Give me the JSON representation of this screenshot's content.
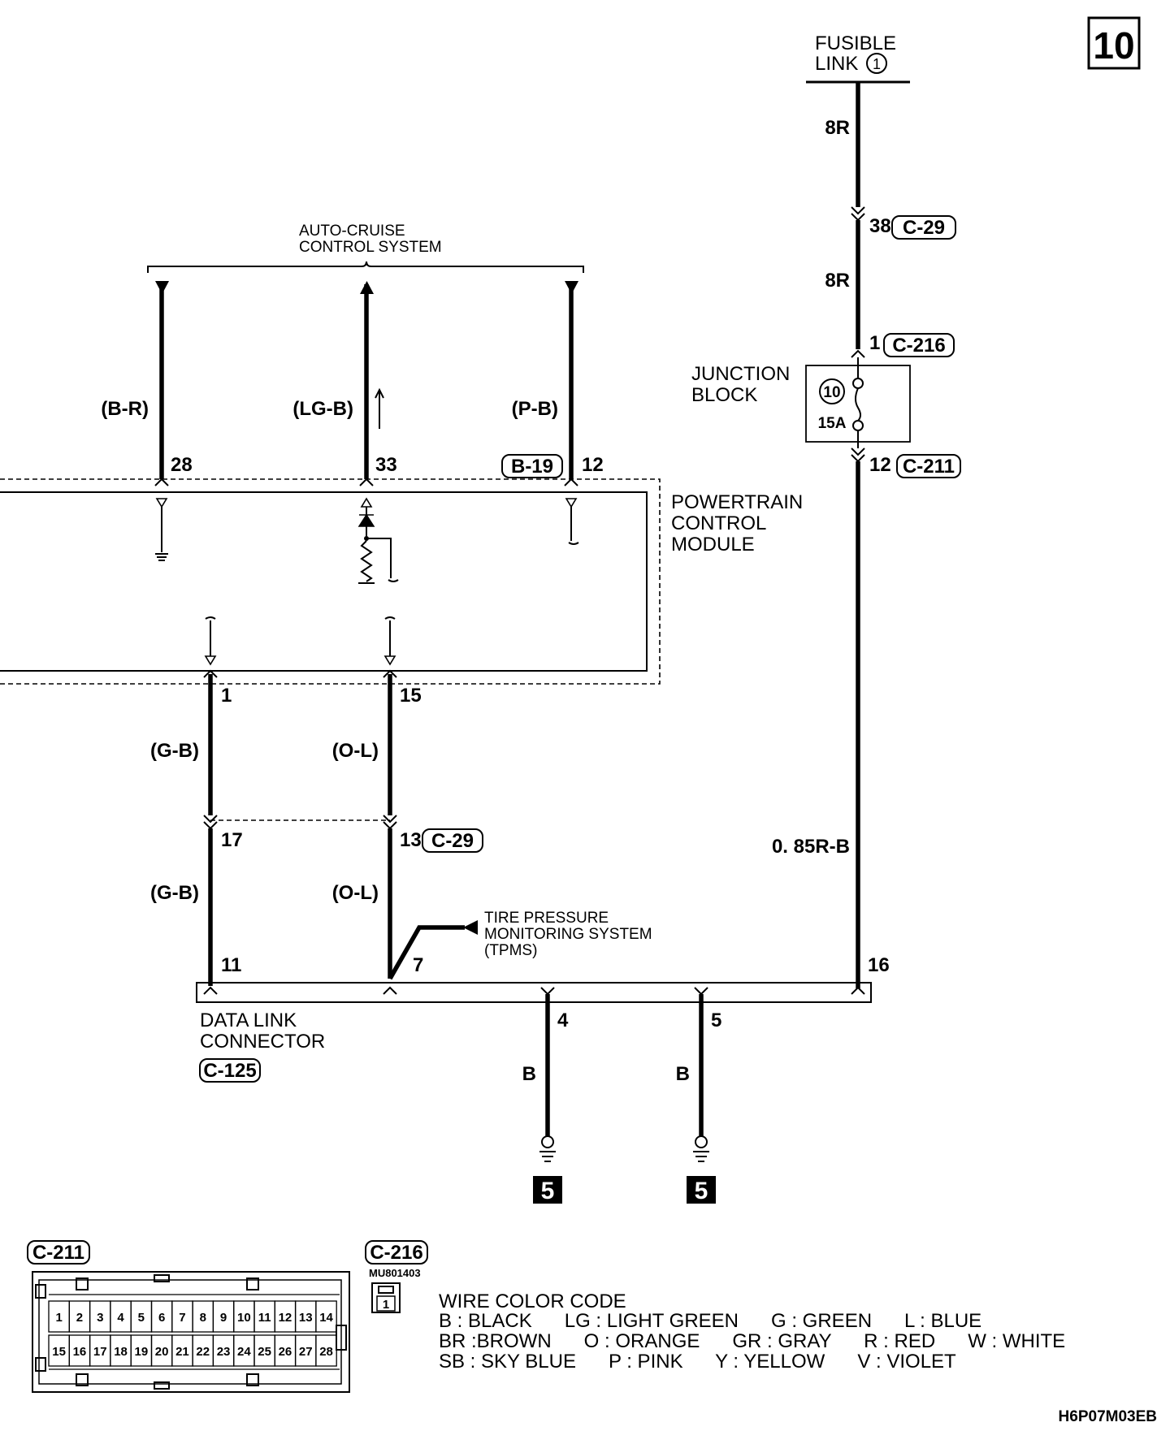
{
  "page_number": "10",
  "fusible_link": {
    "line1": "FUSIBLE",
    "line2": "LINK",
    "number": "1"
  },
  "wires": {
    "w_8r_top": "8R",
    "w_8r_mid": "8R",
    "w_br": "(B-R)",
    "w_lgb": "(LG-B)",
    "w_pb": "(P-B)",
    "w_gb_1": "(G-B)",
    "w_ol_1": "(O-L)",
    "w_gb_2": "(G-B)",
    "w_ol_2": "(O-L)",
    "w_085rb": "0. 85R-B",
    "w_b_4": "B",
    "w_b_5": "B"
  },
  "connectors": {
    "c29_a": "C-29",
    "c216": "C-216",
    "c211": "C-211",
    "b19": "B-19",
    "c29_b": "C-29",
    "c125": "C-125",
    "c211_legend": "C-211",
    "c216_legend": "C-216"
  },
  "pins": {
    "p38": "38",
    "p1_jb": "1",
    "p12_jb": "12",
    "p28": "28",
    "p33": "33",
    "p12": "12",
    "p1": "1",
    "p15": "15",
    "p17": "17",
    "p13": "13",
    "p11": "11",
    "p7": "7",
    "p16": "16",
    "p4": "4",
    "p5": "5"
  },
  "auto_cruise": {
    "line1": "AUTO-CRUISE",
    "line2": "CONTROL SYSTEM"
  },
  "junction_block": {
    "line1": "JUNCTION",
    "line2": "BLOCK",
    "fuse_number": "10",
    "rating": "15A"
  },
  "pcm": {
    "line1": "POWERTRAIN",
    "line2": "CONTROL",
    "line3": "MODULE"
  },
  "tpms": {
    "line1": "TIRE PRESSURE",
    "line2": "MONITORING SYSTEM",
    "line3": "(TPMS)"
  },
  "dlc": {
    "line1": "DATA LINK",
    "line2": "CONNECTOR"
  },
  "ground_refs": {
    "g1": "5",
    "g2": "5"
  },
  "c211_pins": {
    "top": [
      "1",
      "2",
      "3",
      "4",
      "5",
      "6",
      "7",
      "8",
      "9",
      "10",
      "11",
      "12",
      "13",
      "14"
    ],
    "bottom": [
      "15",
      "16",
      "17",
      "18",
      "19",
      "20",
      "21",
      "22",
      "23",
      "24",
      "25",
      "26",
      "27",
      "28"
    ]
  },
  "c216_part": "MU801403",
  "c216_pin": "1",
  "wire_color_code": {
    "title": "WIRE COLOR CODE",
    "row1": "B : BLACK      LG : LIGHT GREEN      G : GREEN      L : BLUE",
    "row2": "BR :BROWN      O : ORANGE      GR : GRAY      R : RED      W : WHITE",
    "row3": "SB : SKY BLUE      P : PINK      Y : YELLOW      V : VIOLET"
  },
  "doc_code": "H6P07M03EB"
}
